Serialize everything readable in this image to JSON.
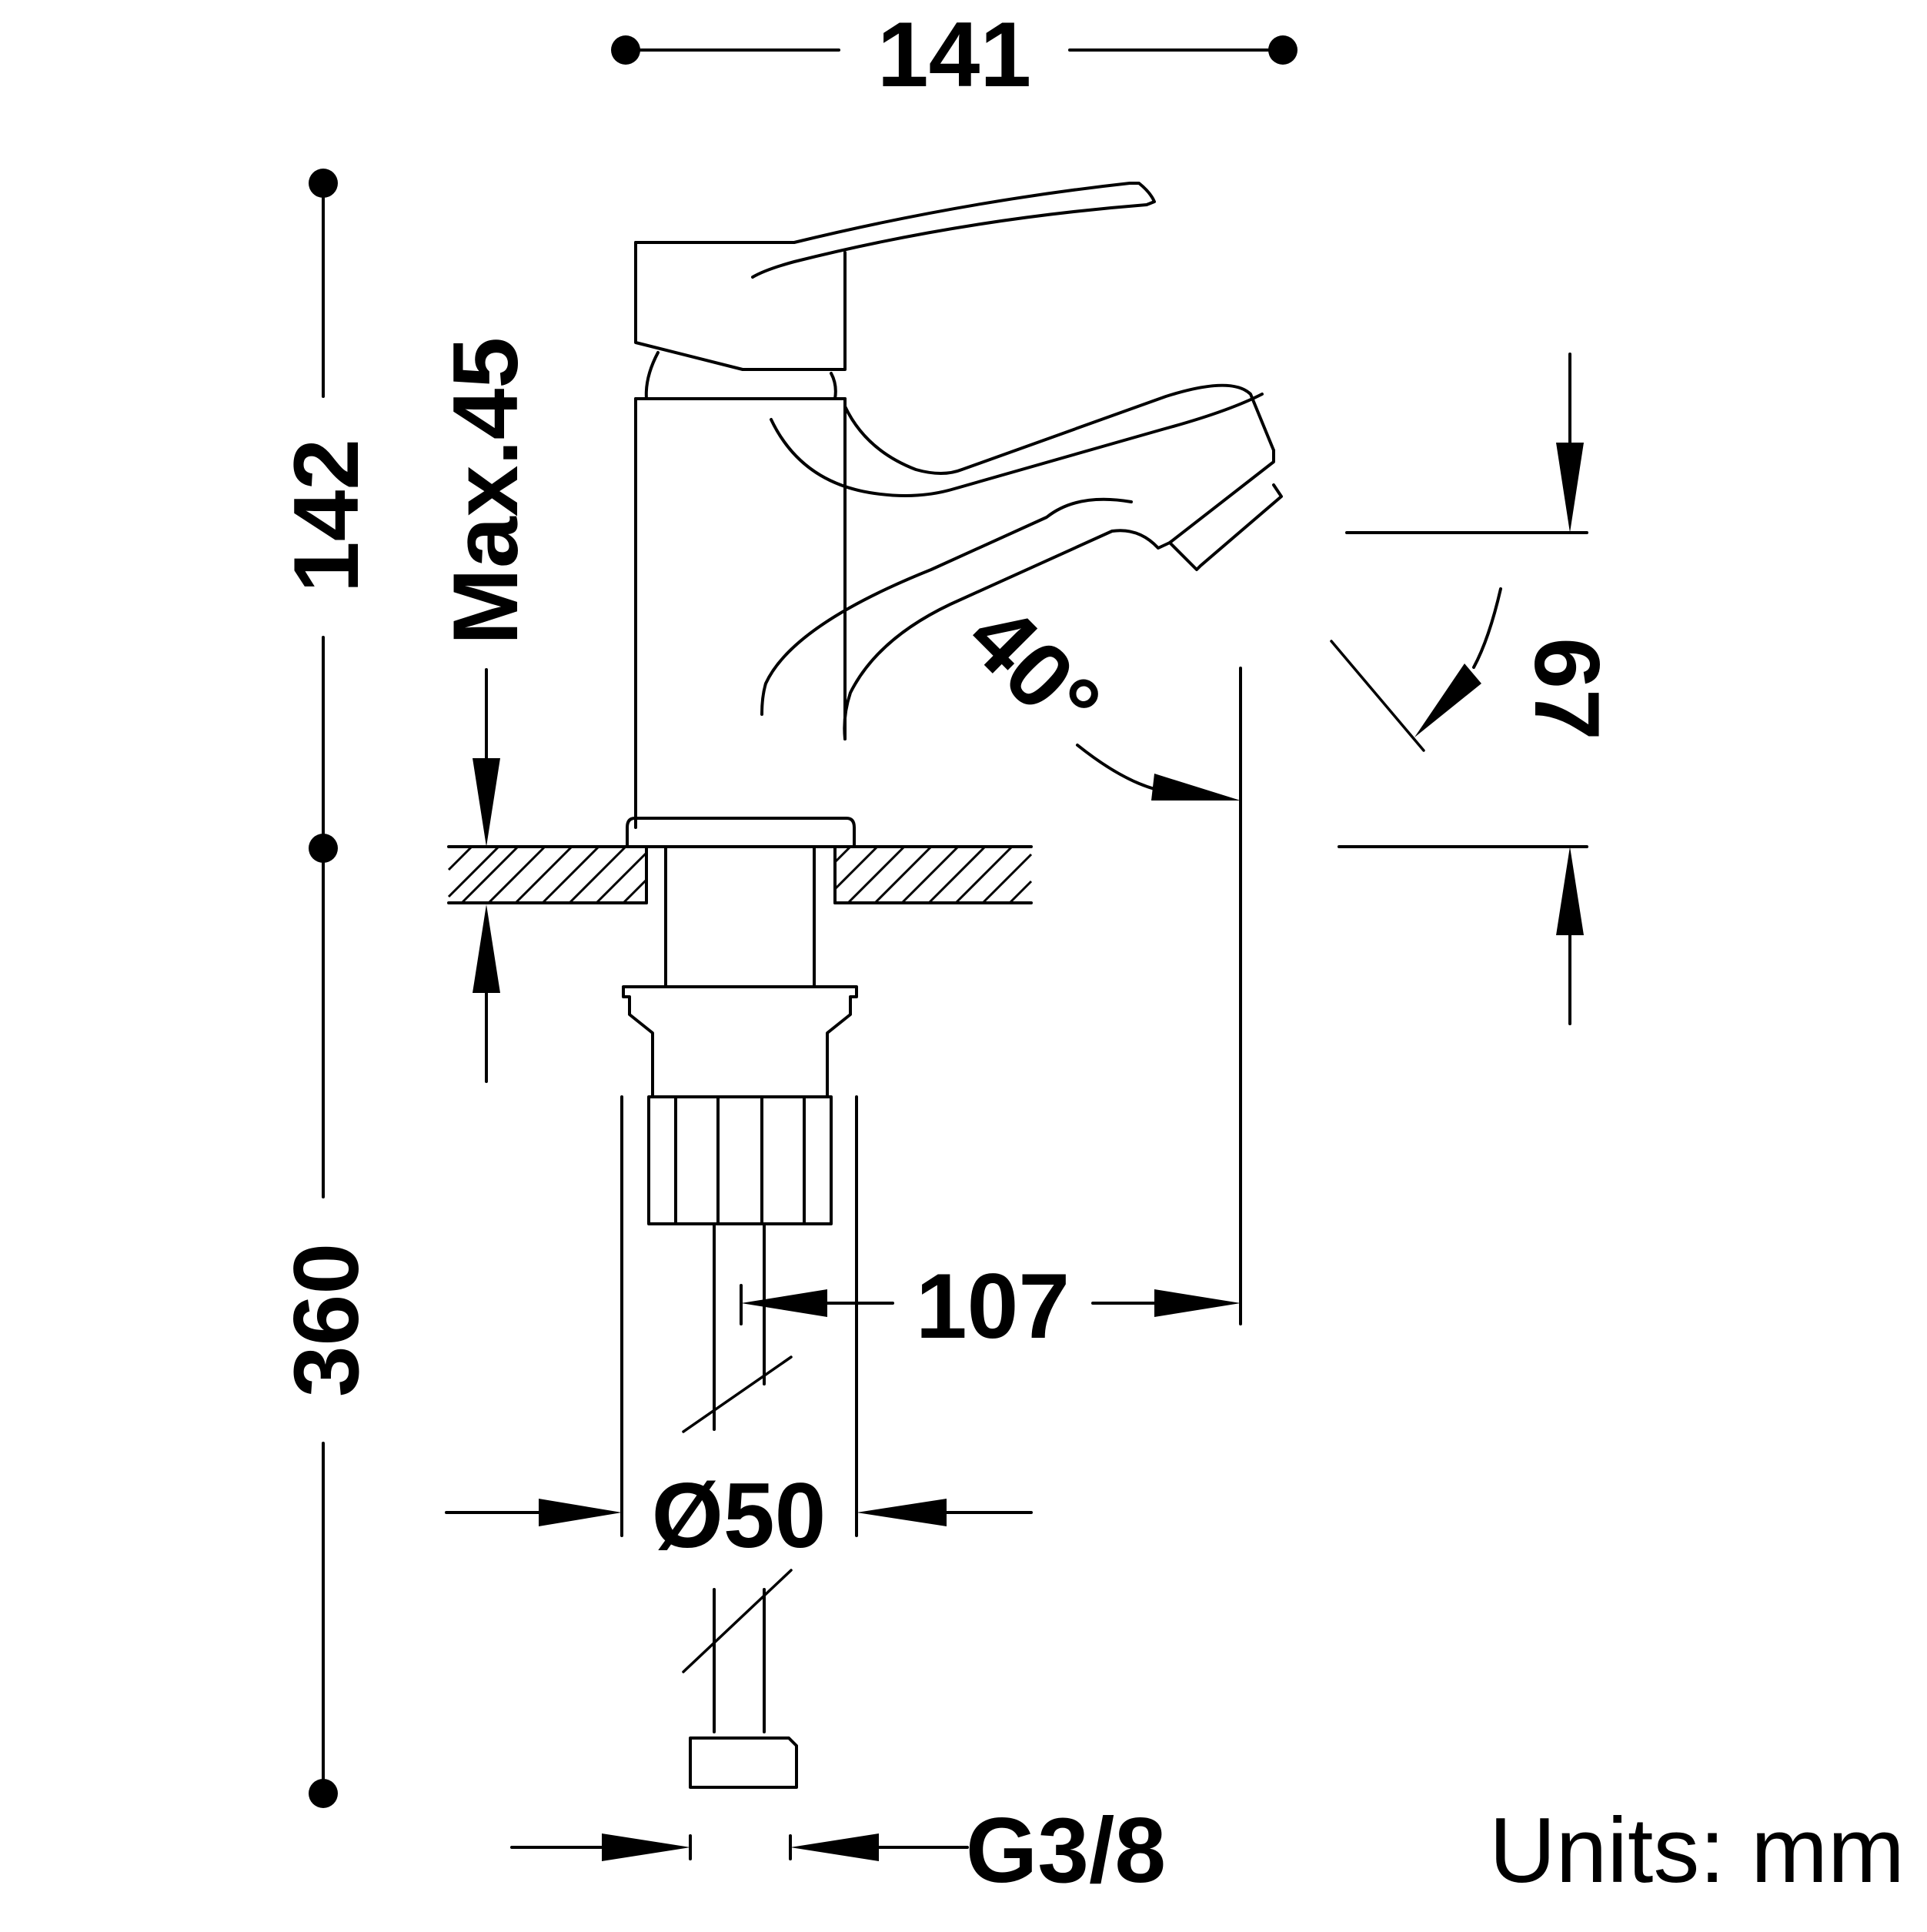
{
  "dimensions": {
    "width_141": "141",
    "height_142": "142",
    "max_45": "Max.45",
    "height_360": "360",
    "spout_67": "67",
    "angle_40": "40°",
    "reach_107": "107",
    "diameter_50": "Ø50",
    "thread": "G3/8"
  },
  "units_label": "Units: mm"
}
